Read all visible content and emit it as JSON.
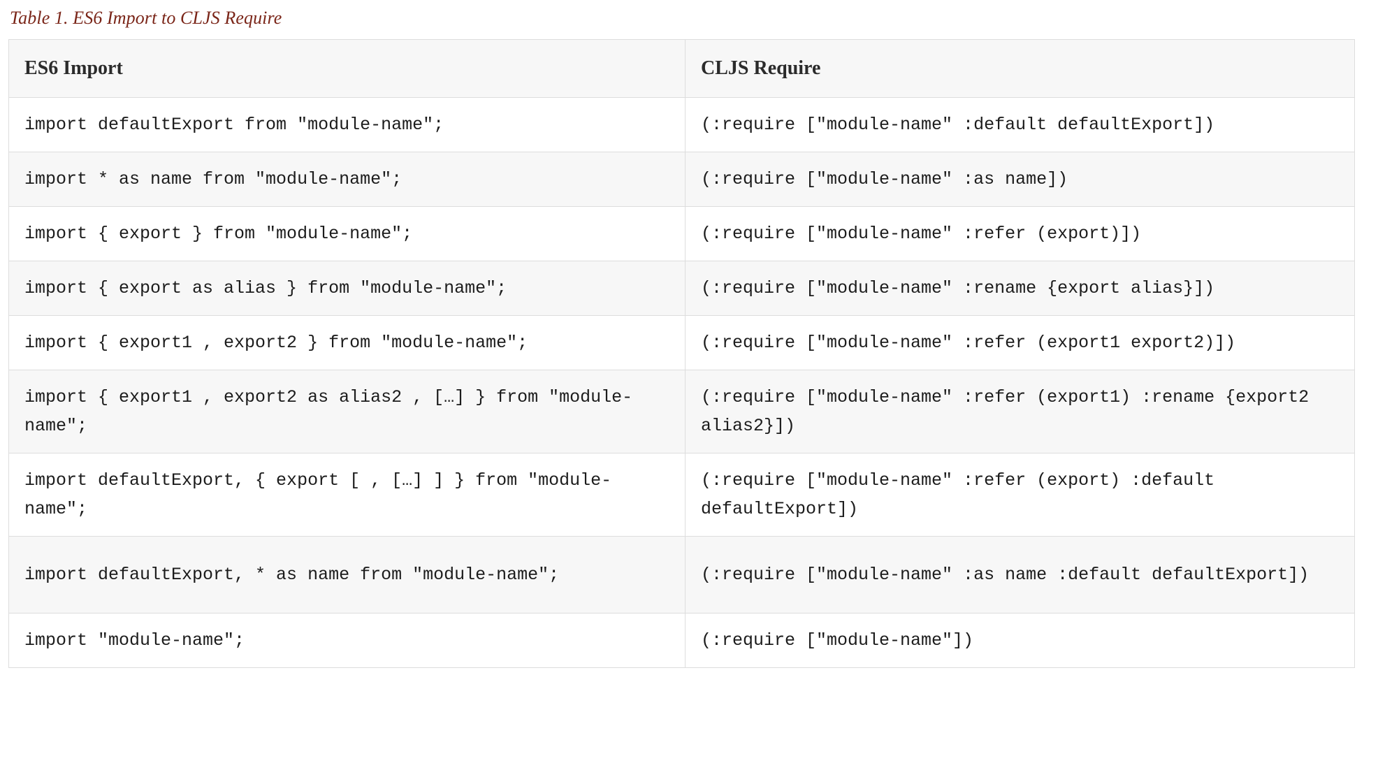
{
  "caption": "Table 1. ES6 Import to CLJS Require",
  "colors": {
    "caption": "#7a2518",
    "border": "#dddddd",
    "stripe": "#f7f7f7",
    "text": "#1c1c1c",
    "header_text": "#2b2b2b"
  },
  "table": {
    "columns": [
      "ES6 Import",
      "CLJS Require"
    ],
    "rows": [
      {
        "es6": "import defaultExport from \"module-name\";",
        "cljs": "(:require [\"module-name\" :default defaultExport])",
        "lines": 1
      },
      {
        "es6": "import * as name from \"module-name\";",
        "cljs": "(:require [\"module-name\" :as name])",
        "lines": 1
      },
      {
        "es6": "import { export } from \"module-name\";",
        "cljs": "(:require [\"module-name\" :refer (export)])",
        "lines": 1
      },
      {
        "es6": "import { export as alias } from \"module-name\";",
        "cljs": "(:require [\"module-name\" :rename {export alias}])",
        "lines": 1
      },
      {
        "es6": "import { export1 , export2 } from \"module-name\";",
        "cljs": "(:require [\"module-name\" :refer (export1 export2)])",
        "lines": 1
      },
      {
        "es6": "import { export1 , export2 as alias2 , […] } from \"module-name\";",
        "cljs": "(:require [\"module-name\" :refer (export1) :rename {export2 alias2}])",
        "lines": 2
      },
      {
        "es6": "import defaultExport, { export [ , […] ] } from \"module-name\";",
        "cljs": "(:require [\"module-name\" :refer (export) :default defaultExport])",
        "lines": 2
      },
      {
        "es6": "import defaultExport, * as name from \"module-name\";",
        "cljs": "(:require [\"module-name\" :as name :default defaultExport])",
        "lines": 2
      },
      {
        "es6": "import \"module-name\";",
        "cljs": "(:require [\"module-name\"])",
        "lines": 1
      }
    ]
  }
}
